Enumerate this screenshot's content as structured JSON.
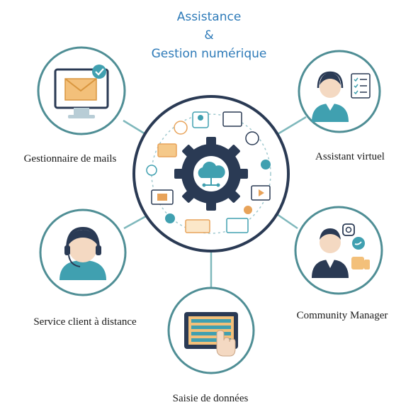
{
  "title": {
    "line1": "Assistance",
    "line2": "&",
    "line3": "Gestion numérique"
  },
  "nodes": [
    {
      "id": "mails",
      "label": "Gestionnaire de mails",
      "icon": "email-monitor-icon"
    },
    {
      "id": "assistant",
      "label": "Assistant virtuel",
      "icon": "headset-agent-checklist-icon"
    },
    {
      "id": "service",
      "label": "Service client à distance",
      "icon": "headset-agent-icon"
    },
    {
      "id": "community",
      "label": "Community Manager",
      "icon": "social-media-manager-icon"
    },
    {
      "id": "saisie",
      "label": "Saisie de données",
      "icon": "data-entry-tablet-icon"
    }
  ],
  "center": {
    "icon": "gear-cloud-network-icon"
  },
  "colors": {
    "title": "#2d7ab8",
    "ring": "#4f8e95",
    "connector": "#7fb8bc",
    "dark_navy": "#2a3a54",
    "accent_teal": "#40a0b0",
    "accent_orange": "#e8a35a"
  }
}
